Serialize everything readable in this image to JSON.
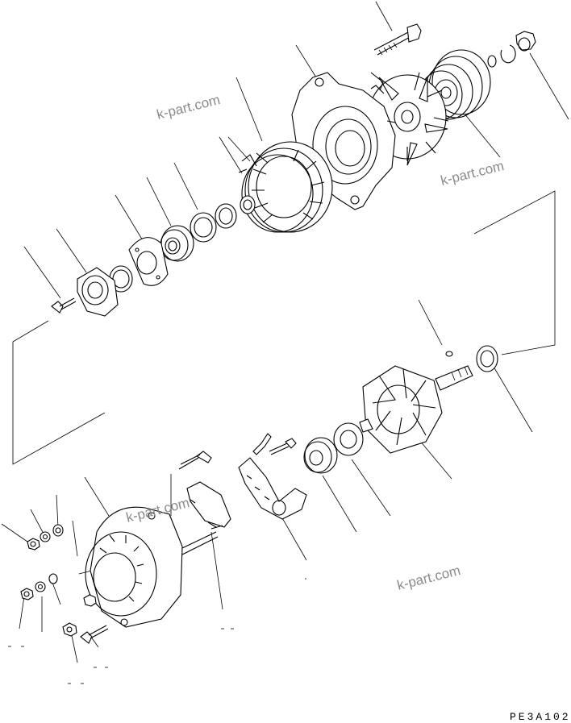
{
  "watermarks": [
    "k-part.com",
    "k-part.com",
    "k-part.com",
    "k-part.com"
  ],
  "drawing_code": "PE3A102"
}
